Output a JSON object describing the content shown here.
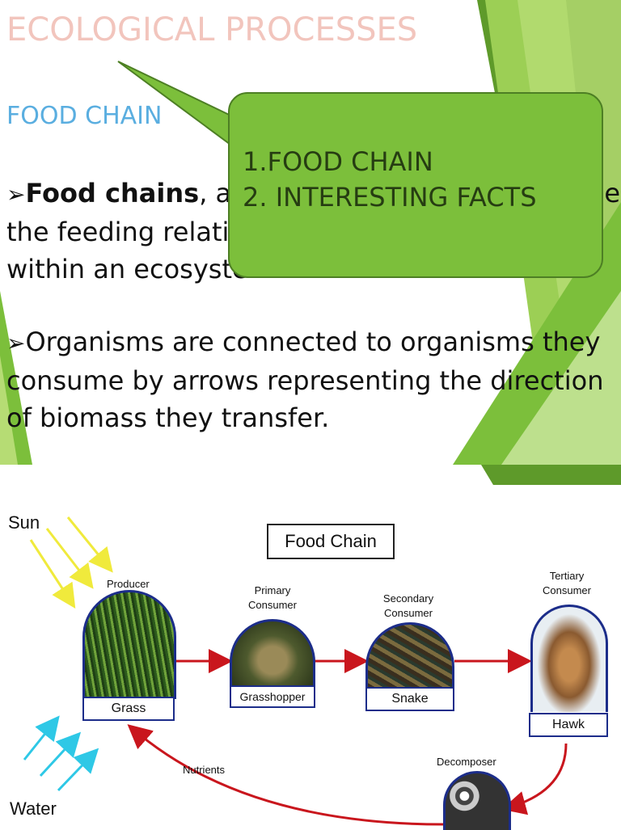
{
  "slide": {
    "title": "ECOLOGICAL PROCESSES",
    "subtitle": "FOOD CHAIN",
    "bullet_symbol": "➢",
    "bullet1_bold": "Food chains",
    "bullet1_rest": ", also called food webs, describe the feeding relationships between species within an ecosystem.",
    "bullet2": "Organisms are connected to organisms they consume by arrows representing the direction of biomass they transfer.",
    "callout": {
      "line1": "1.FOOD CHAIN",
      "line2": "2. INTERESTING FACTS",
      "color": "#7cbf3b"
    },
    "accent_colors": [
      "#7cbf3b",
      "#b6dc74",
      "#5e9a2a",
      "#d8eeb0"
    ]
  },
  "diagram": {
    "title": "Food Chain",
    "sun_label": "Sun",
    "water_label": "Water",
    "nutrients_label": "Nutrients",
    "producer": {
      "role": "Producer",
      "name": "Grass"
    },
    "primary": {
      "role_line1": "Primary",
      "role_line2": "Consumer",
      "name": "Grasshopper"
    },
    "secondary": {
      "role_line1": "Secondary",
      "role_line2": "Consumer",
      "name": "Snake"
    },
    "tertiary": {
      "role_line1": "Tertiary",
      "role_line2": "Consumer",
      "name": "Hawk"
    },
    "decomposer": {
      "role": "Decomposer"
    },
    "colors": {
      "arrow": "#c9161d",
      "frame": "#1c2d8a",
      "sun_rays": "#f0ea3c",
      "water_rays": "#2ec8e6"
    }
  }
}
